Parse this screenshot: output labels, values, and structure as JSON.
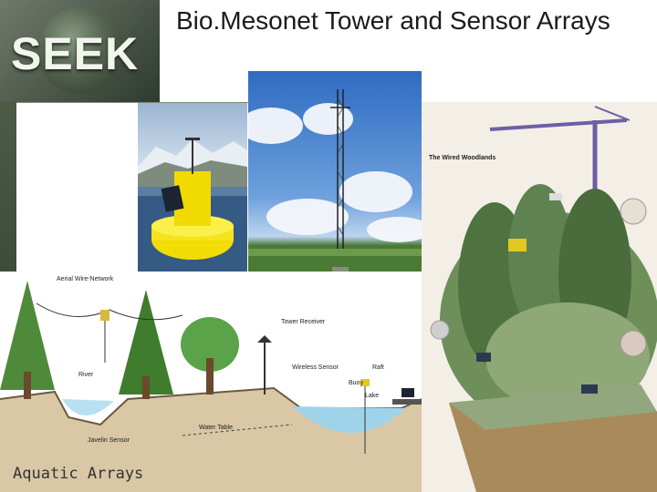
{
  "slide": {
    "title": "Bio.Mesonet Tower and Sensor Arrays",
    "logo": "SEEK"
  },
  "woodlands": {
    "heading": "The Wired Woodlands"
  },
  "aquatic": {
    "title": "Aquatic Arrays",
    "labels": {
      "aerial": "Aerial Wire-Network",
      "tower_receiver": "Tower Receiver",
      "wireless_sensor": "Wireless Sensor",
      "raft": "Raft",
      "buoy": "Buoy",
      "lake": "Lake",
      "river": "River",
      "water_table": "Water Table",
      "javelin": "Javelin Sensor"
    }
  }
}
